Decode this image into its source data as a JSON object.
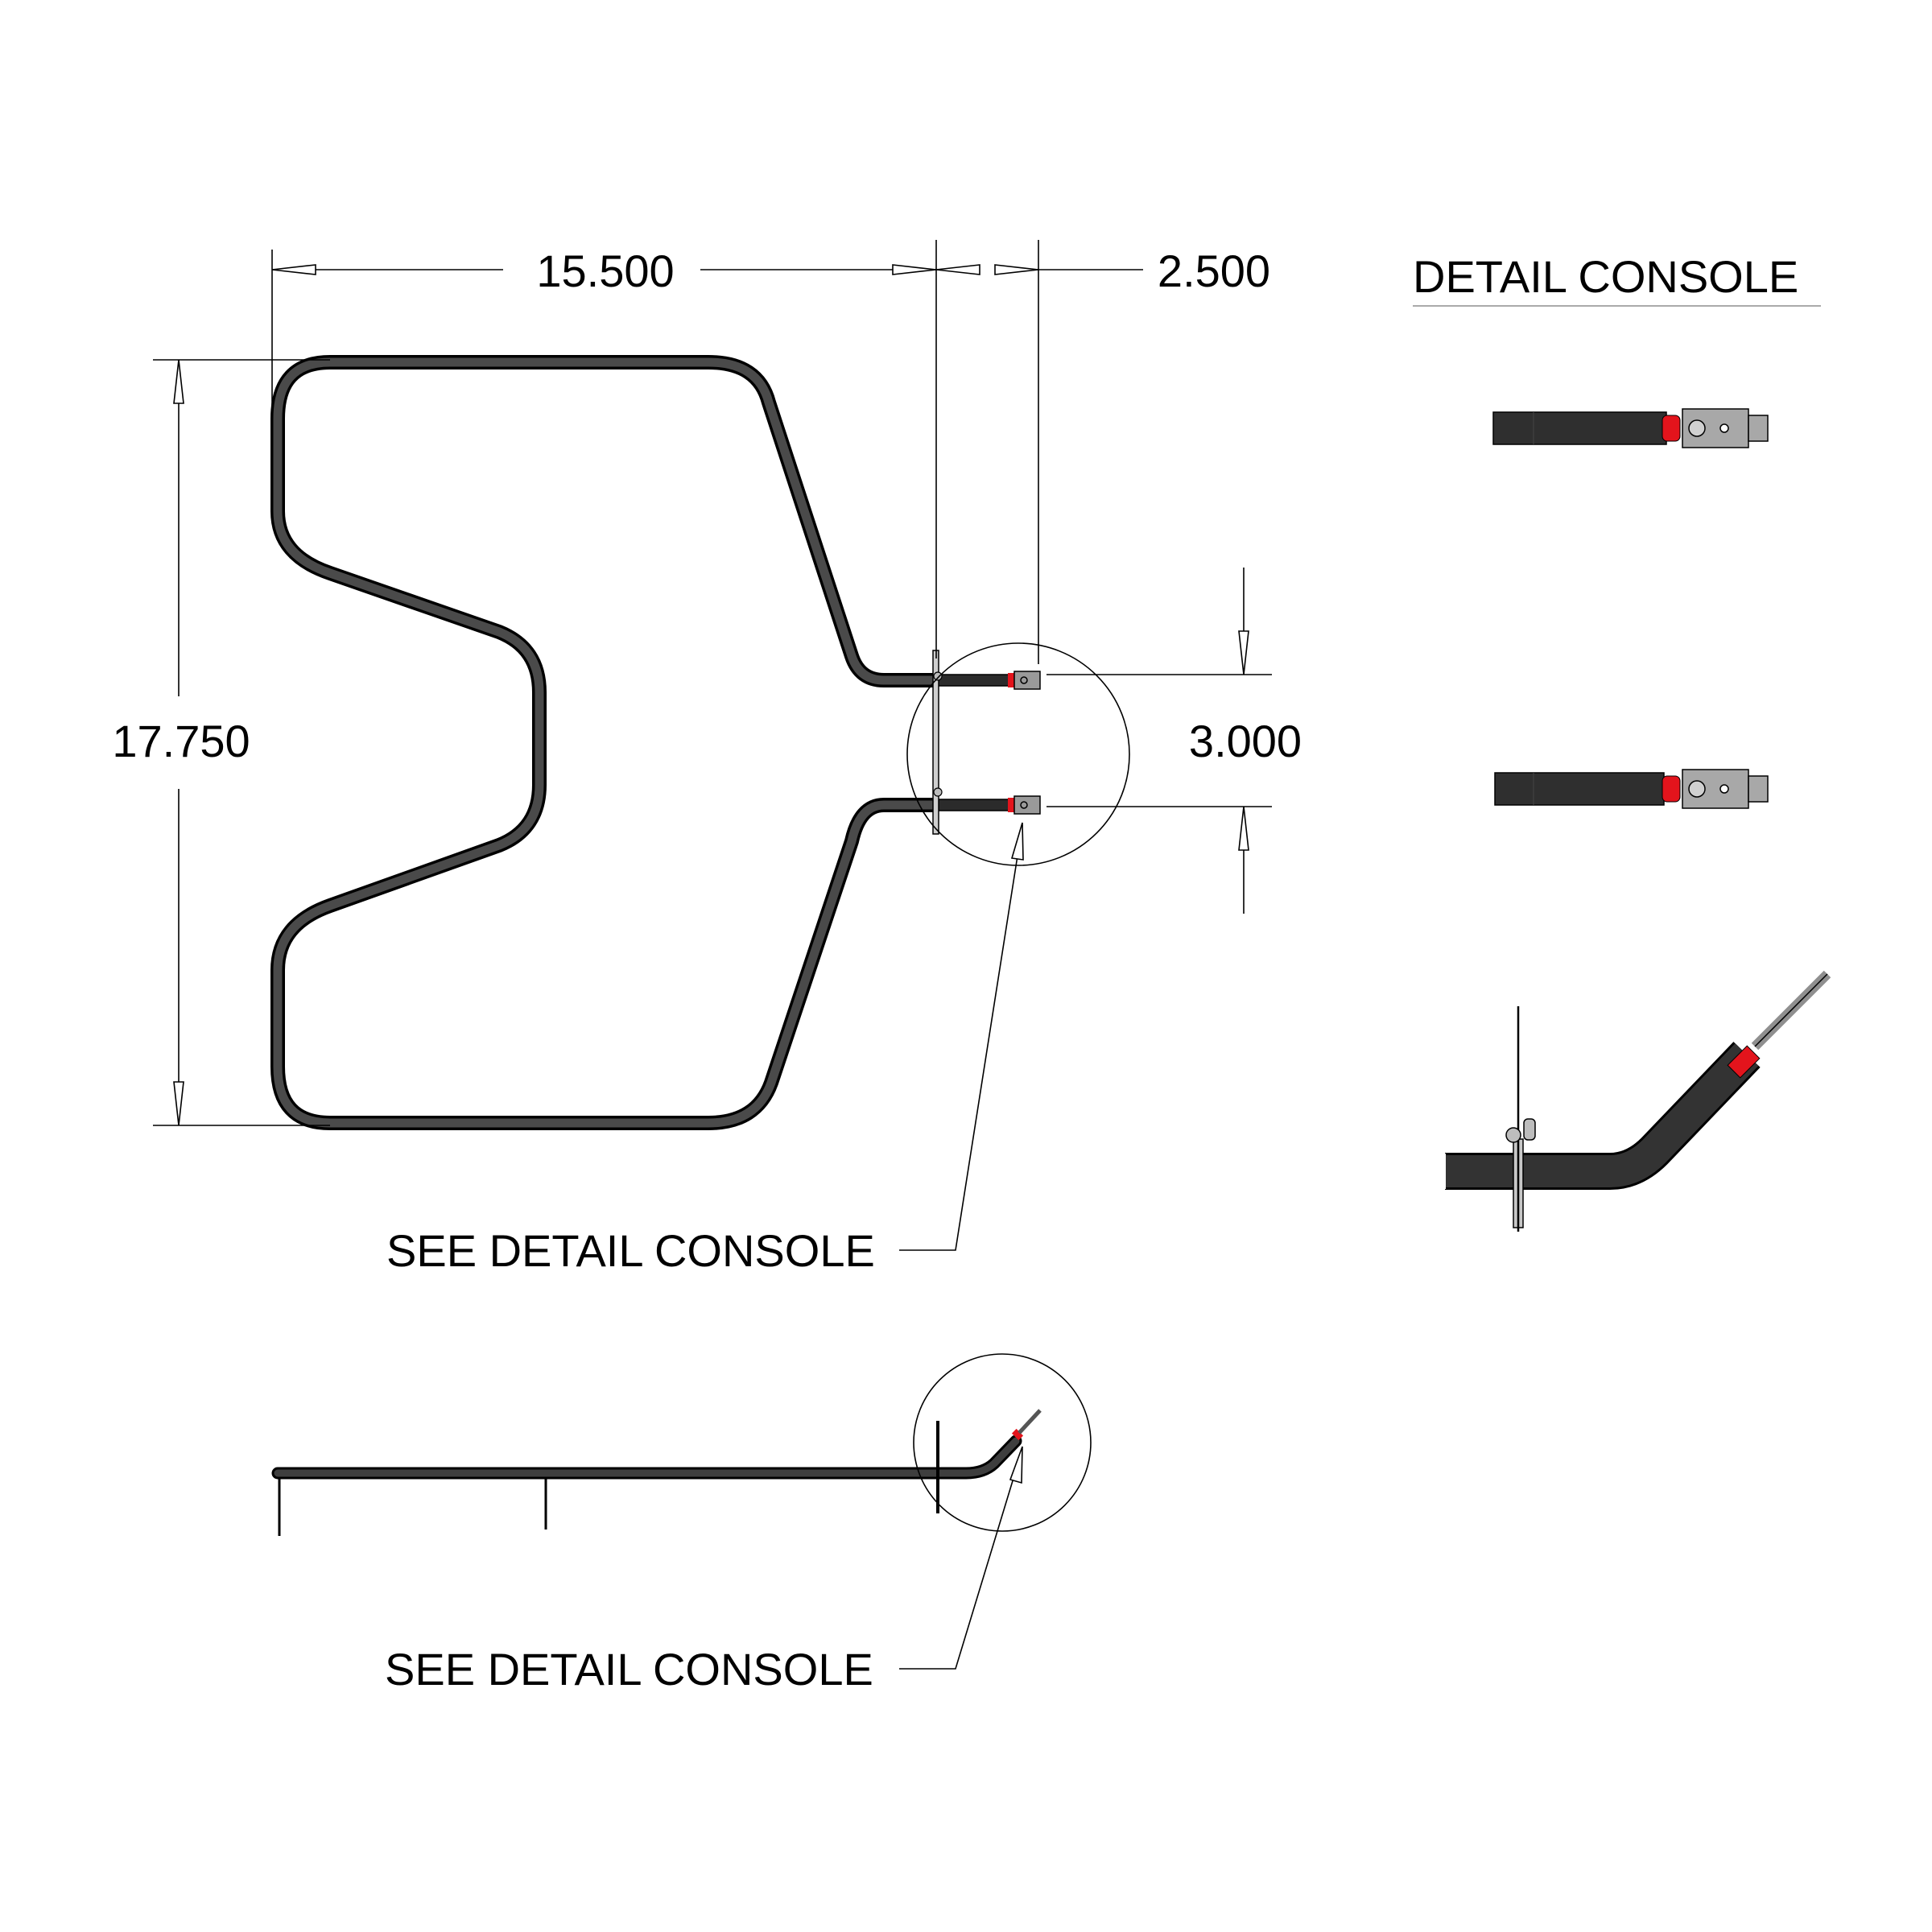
{
  "dimensions": {
    "width_main": "15.500",
    "width_terminal": "2.500",
    "height_overall": "17.750",
    "terminal_spacing": "3.000"
  },
  "callouts": {
    "top_view": "SEE DETAIL CONSOLE",
    "side_view": "SEE DETAIL CONSOLE"
  },
  "detail": {
    "title": "DETAIL CONSOLE"
  },
  "colors": {
    "element": "#2b2b2b",
    "insulator": "#e3141c",
    "terminal": "#8a8a8a",
    "line": "#000000"
  }
}
